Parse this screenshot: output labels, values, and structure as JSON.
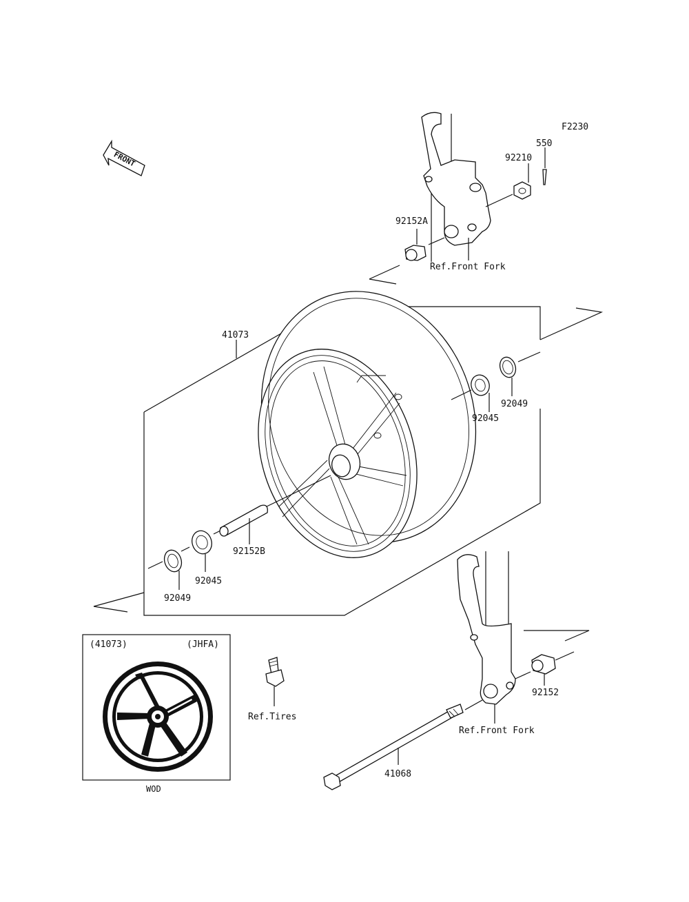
{
  "diagram_code": "F2230",
  "front_arrow": {
    "label": "FRONT"
  },
  "parts": {
    "p550": "550",
    "p92210": "92210",
    "p92152A": "92152A",
    "p41073": "41073",
    "p92045_right": "92045",
    "p92049_right": "92049",
    "p92152B": "92152B",
    "p92045_left": "92045",
    "p92049_left": "92049",
    "p92152": "92152",
    "p41068": "41068"
  },
  "references": {
    "front_fork_top": "Ref.Front Fork",
    "front_fork_bottom": "Ref.Front Fork",
    "tires": "Ref.Tires"
  },
  "inset": {
    "part_number": "(41073)",
    "code": "(JHFA)",
    "color_code": "WOD"
  }
}
